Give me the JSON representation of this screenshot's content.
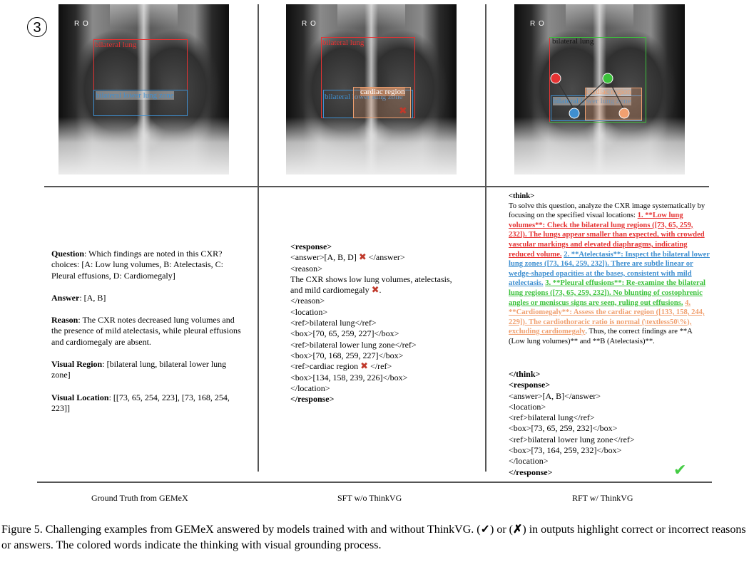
{
  "panel_number": "3",
  "images": {
    "marker": "R O",
    "gt": {
      "boxes": [
        {
          "label": "bilateral lung",
          "color": "#e53333"
        },
        {
          "label": "bilateral lower lung zone",
          "color": "#3f8fd0"
        }
      ]
    },
    "sft": {
      "boxes": [
        {
          "label": "bilateral lung",
          "color": "#e53333"
        },
        {
          "label": "bilateral lower lung zone",
          "color": "#3f8fd0"
        },
        {
          "label": "cardiac region",
          "color": "#f0a070"
        }
      ]
    },
    "rft": {
      "boxes": [
        {
          "label": "bilateral lung",
          "color": "#e53333"
        },
        {
          "label": "bilateral lower lung zone",
          "color": "#3f8fd0"
        },
        {
          "label": "cardiac region",
          "color": "#f0a070"
        }
      ]
    }
  },
  "ground_truth": {
    "question_label": "Question",
    "question_text": ": Which findings are noted in this CXR? choices: [A: Low lung volumes, B: Atelectasis, C: Pleural effusions, D: Cardiomegaly]",
    "answer_label": "Answer",
    "answer_text": ": [A, B]",
    "reason_label": "Reason",
    "reason_text": ": The CXR notes decreased lung volumes and the presence of mild atelectasis, while pleural effusions and cardiomegaly are absent.",
    "region_label": "Visual Region",
    "region_text": ": [bilateral lung, bilateral lower lung zone]",
    "location_label": "Visual Location",
    "location_text": ": [[73, 65, 254, 223], [73, 168, 254, 223]]"
  },
  "sft_output": {
    "response_open": "<response>",
    "answer_line": "<answer>[A, B, D]",
    "answer_close": " </answer>",
    "reason_open": "<reason>",
    "reason_text": "The CXR shows low lung volumes, atelectasis, and mild cardiomegaly",
    "reason_end": ".",
    "reason_close": "</reason>",
    "location_open": "<location>",
    "ref1": "<ref>bilateral lung</ref>",
    "box1": "<box>[70, 65, 259, 227]</box>",
    "ref2": "<ref>bilateral lower lung zone</ref>",
    "box2": "<box>[70, 168, 259, 227]</box>",
    "ref3": "<ref>cardiac region",
    "ref3_close": " </ref>",
    "box3": "<box>[134, 158, 239, 226]</box>",
    "location_close": "</location>",
    "response_close": "</response>",
    "x_mark": "✖"
  },
  "rft_output": {
    "think_open": "<think>",
    "intro": "To solve this question, analyze the CXR image systematically by focusing on the specified visual locations: ",
    "step1": "1. **Low lung volumes**: Check the bilateral lung regions ([73, 65, 259, 232]). The lungs appear smaller than expected, with crowded vascular markings and elevated diaphragms, indicating reduced volume.",
    "step2": "2. **Atelectasis**: Inspect the bilateral lower lung zones ([73, 164, 259, 232]). There are subtle linear or wedge-shaped opacities at the bases, consistent with mild atelectasis.",
    "step3": "3. **Pleural effusions**: Re-examine the bilateral lung regions ([73, 65, 259, 232]). No blunting of costophrenic angles or meniscus signs are seen, ruling out effusions.",
    "step4": "4. **Cardiomegaly**: Assess the cardiac region ([133, 158, 244, 229]). The cardiothoracic ratio is normal (\\textless50\\%), excluding cardiomegaly",
    "conclusion": ".  Thus, the correct findings are **A (Low lung volumes)** and **B (Atelectasis)**.",
    "think_close": "</think>",
    "response_open": "<response>",
    "answer": "<answer>[A, B]</answer>",
    "location_open": "<location>",
    "ref1": "<ref>bilateral lung</ref>",
    "box1": "<box>[73, 65, 259, 232]</box>",
    "ref2": "<ref>bilateral lower lung zone</ref>",
    "box2": "<box>[73, 164, 259, 232]</box>",
    "location_close": "</location>",
    "response_close": "</response>",
    "check_mark": "✔"
  },
  "footer": {
    "gt": "Ground Truth from GEMeX",
    "sft": "SFT w/o ThinkVG",
    "rft": "RFT w/ ThinkVG"
  },
  "caption": {
    "part1": "Figure 5. Challenging examples from GEMeX answered by models trained with and without ThinkVG. (",
    "check": "✓",
    "part2": ") or (",
    "cross": "✗",
    "part3": ") in outputs highlight correct or incorrect reasons or answers. The colored words indicate the thinking with visual grounding process."
  }
}
